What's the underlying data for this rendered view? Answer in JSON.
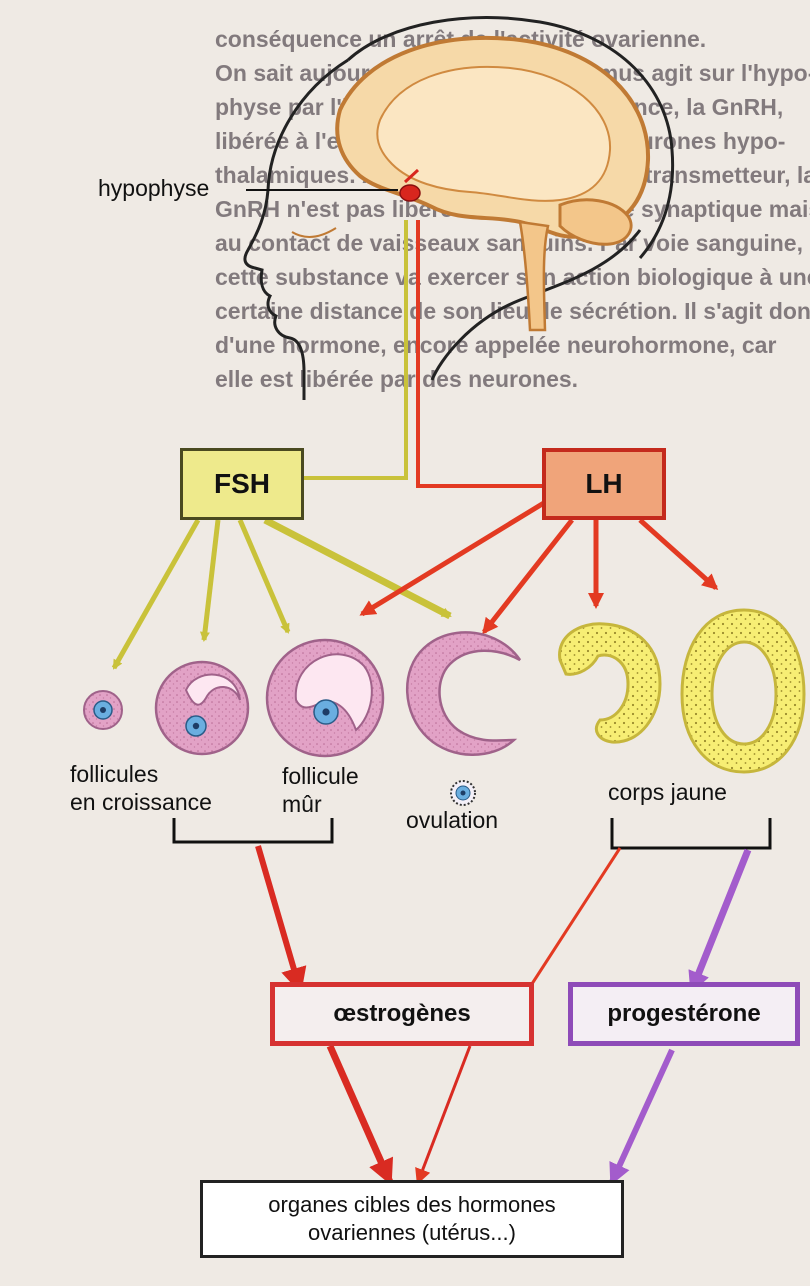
{
  "labels": {
    "hypophyse": "hypophyse",
    "fsh": "FSH",
    "lh": "LH",
    "follicules_en_croissance": "follicules\nen croissance",
    "follicule_mur": "follicule\nmûr",
    "ovulation": "ovulation",
    "corps_jaune": "corps jaune",
    "oestrogenes": "œstrogènes",
    "progesterone": "progestérone",
    "organes_cibles": "organes cibles des hormones\novariennes (utérus...)"
  },
  "background_text": {
    "top_lines": [
      "conséquence un arrêt de l'activité ovarienne.",
      "On sait aujourd'hui que l'hypothalamus agit sur l'hypo-",
      "physe par l'intermédiaire d'une substance, la GnRH,",
      "libérée à l'extrémité des axones des neurones hypo-",
      "thalamiques. À la différence d'un neurotransmetteur, la",
      "GnRH n'est pas libérée dans une fente synaptique mais",
      "au contact de vaisseaux sanguins. Par voie sanguine,",
      "cette substance va exercer son action biologique à une",
      "certaine distance de son lieu de sécrétion. Il s'agit donc",
      "d'une hormone, encore appelée neurohormone, car",
      "elle est libérée par des neurones."
    ]
  },
  "colors": {
    "fsh_box": "#eeea8c",
    "fsh_arrow": "#c9c23a",
    "lh_box": "#f0a47a",
    "lh_border": "#c42a1c",
    "lh_arrow": "#e33a22",
    "oestrogenes_border": "#d63231",
    "progesterone_border": "#8e4bb8",
    "progesterone_arrow": "#a35ccc",
    "follicle_pink": "#e2a2c6",
    "corps_jaune_yellow": "#f7ee74"
  }
}
